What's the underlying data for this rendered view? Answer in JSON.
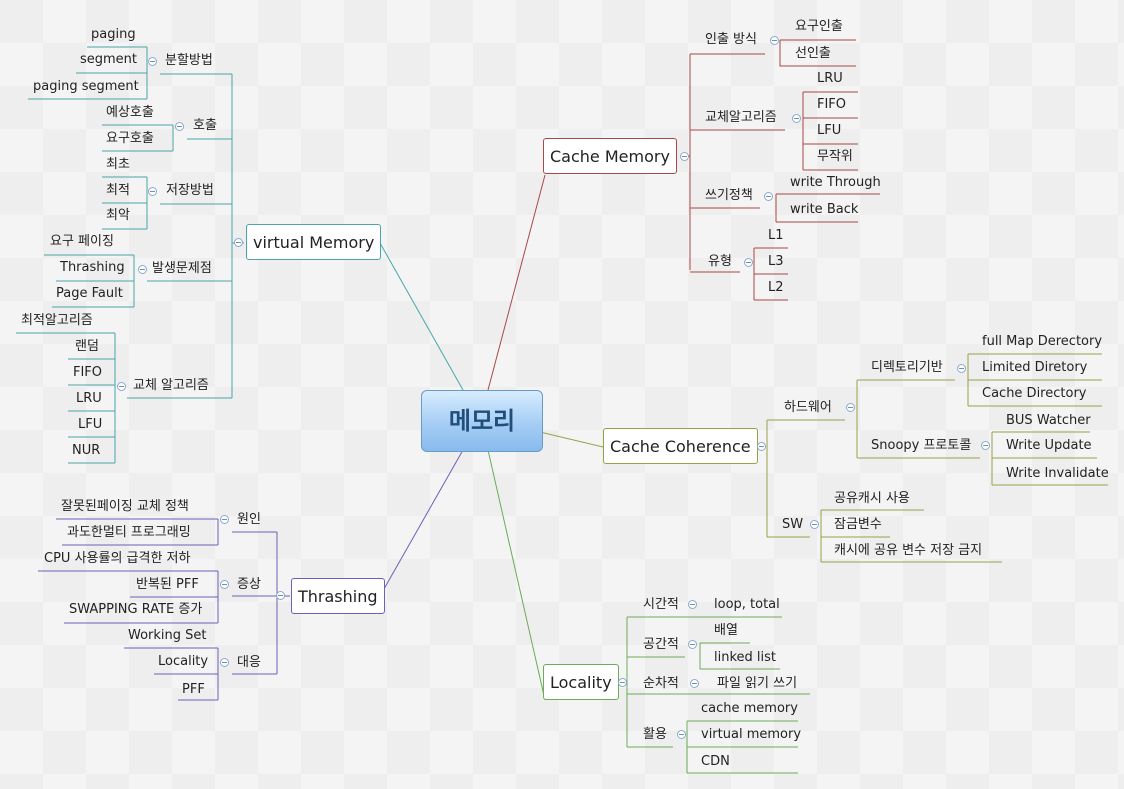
{
  "root": "메모리",
  "colors": {
    "cache": "#a84848",
    "coh": "#9aa048",
    "loc": "#6cab5a",
    "vm": "#4aa6a6",
    "thr": "#6a62b8"
  },
  "cache": {
    "title": "Cache Memory",
    "g1": {
      "label": "인출 방식",
      "items": [
        "요구인출",
        "선인출"
      ]
    },
    "g2": {
      "label": "교체알고리즘",
      "items": [
        "LRU",
        "FIFO",
        "LFU",
        "무작위"
      ]
    },
    "g3": {
      "label": "쓰기정책",
      "items": [
        "write Through",
        "write Back"
      ]
    },
    "g4": {
      "label": "유형",
      "items": [
        "L1",
        "L3",
        "L2"
      ]
    }
  },
  "coh": {
    "title": "Cache Coherence",
    "hw": {
      "label": "하드웨어",
      "dir": {
        "label": "디렉토리기반",
        "items": [
          "full Map Derectory",
          "Limited Diretory",
          "Cache Directory"
        ]
      },
      "snoopy": {
        "label": "Snoopy 프로토콜",
        "items": [
          "BUS Watcher",
          "Write Update",
          "Write Invalidate"
        ]
      }
    },
    "sw": {
      "label": "SW",
      "items": [
        "공유캐시 사용",
        "잠금변수",
        "캐시에 공유 변수 저장 금지"
      ]
    }
  },
  "loc": {
    "title": "Locality",
    "g1": {
      "label": "시간적",
      "items": [
        "loop, total"
      ]
    },
    "g2": {
      "label": "공간적",
      "items": [
        "배열",
        "linked list"
      ]
    },
    "g3": {
      "label": "순차적",
      "items": [
        "파일 읽기 쓰기"
      ]
    },
    "g4": {
      "label": "활용",
      "items": [
        "cache memory",
        "virtual memory",
        "CDN"
      ]
    }
  },
  "vm": {
    "title": "virtual Memory",
    "g1": {
      "label": "분할방법",
      "items": [
        "paging",
        "segment",
        "paging segment"
      ]
    },
    "g2": {
      "label": "호출",
      "items": [
        "예상호출",
        "요구호출"
      ]
    },
    "g3": {
      "label": "저장방법",
      "items": [
        "최초",
        "최적",
        "최악"
      ]
    },
    "g4": {
      "label": "발생문제점",
      "items": [
        "요구 페이징",
        "Thrashing",
        "Page Fault"
      ]
    },
    "g5": {
      "label": "교체 알고리즘",
      "items": [
        "최적알고리즘",
        "랜덤",
        "FIFO",
        "LRU",
        "LFU",
        "NUR"
      ]
    }
  },
  "thr": {
    "title": "Thrashing",
    "g1": {
      "label": "원인",
      "items": [
        "잘못된페이징 교체 정책",
        "과도한멀티 프로그래밍"
      ]
    },
    "g2": {
      "label": "증상",
      "items": [
        "CPU 사용률의 급격한 저하",
        "반복된 PFF",
        "SWAPPING RATE 증가"
      ]
    },
    "g3": {
      "label": "대응",
      "items": [
        "Working Set",
        "Locality",
        "PFF"
      ]
    }
  }
}
